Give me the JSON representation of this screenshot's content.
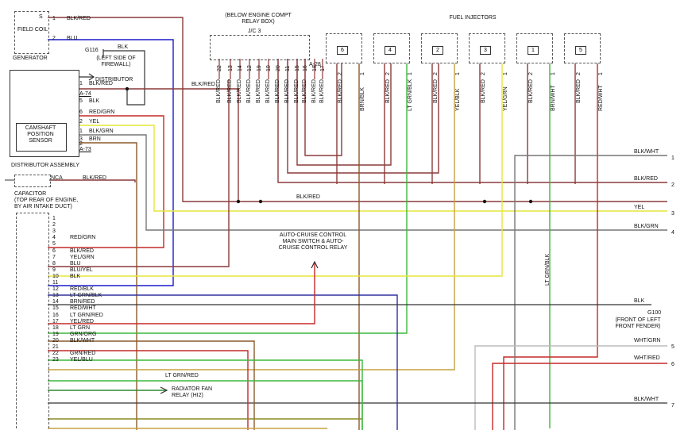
{
  "generator": {
    "field_coil": "FIELD COIL",
    "s": "S",
    "label": "GENERATOR",
    "pin1": "1",
    "pin2": "2",
    "w1": "BLK/RED",
    "w2": "BLU"
  },
  "ground_g116": {
    "id": "G116",
    "note": "(LEFT SIDE OF FIREWALL)",
    "wire": "BLK"
  },
  "relay_box": {
    "title": "(BELOW ENGINE COMPT RELAY BOX)",
    "jc": "J/C 3",
    "conn": "A-28",
    "pins": [
      "22",
      "13",
      "14",
      "12",
      "19",
      "10",
      "20",
      "11",
      "15",
      "16",
      "18",
      "17"
    ],
    "wires": [
      "BLK/RED",
      "BLK/RED",
      "BLK/RED",
      "BLK/RED",
      "BLK/RED",
      "BLK/RED",
      "BLK/RED",
      "BLK/RED",
      "BLK/RED",
      "BLK/RED",
      "BLK/RED",
      "BLK/RED"
    ]
  },
  "fuel_injectors": {
    "title": "FUEL INJECTORS",
    "items": [
      {
        "num": "6",
        "w1": "BLK/RED",
        "w2": "BRN/BLK"
      },
      {
        "num": "4",
        "w1": "BLK/RED",
        "w2": "LT GRN/BLK"
      },
      {
        "num": "2",
        "w1": "BLK/RED",
        "w2": "YEL/BLK"
      },
      {
        "num": "3",
        "w1": "BLK/RED",
        "w2": "YEL/GRN"
      },
      {
        "num": "1",
        "w1": "BLK/RED",
        "w2": "BRN/WHT"
      },
      {
        "num": "5",
        "w1": "BLK/RED",
        "w2": "RED/WHT"
      }
    ],
    "pin_a": "2",
    "pin_b": "1"
  },
  "distributor": {
    "label": "DISTRIBUTOR",
    "assembly": "DISTRIBUTOR ASSEMBLY",
    "conn_a74": "A-74",
    "conn_a73": "A-73",
    "cam_sensor": "CAMSHAFT POSITION SENSOR",
    "pins_top": [
      {
        "n": "1",
        "w": "BLK/RED"
      },
      {
        "n": "5",
        "w": "BLK"
      },
      {
        "n": "6",
        "w": "RED/GRN"
      },
      {
        "n": "2",
        "w": "YEL"
      }
    ],
    "pins_bottom": [
      {
        "n": "1",
        "w": "BLK/GRN"
      },
      {
        "n": "3",
        "w": "BRN"
      },
      {
        "n": "2",
        "w": ""
      }
    ],
    "wire_out": "BLK/RED"
  },
  "capacitor": {
    "label": "CAPACITOR",
    "note": "(TOP REAR OF ENGINE, BY AIR INTAKE DUCT)",
    "nca": "NCA",
    "wire": "BLK/RED"
  },
  "ecm_pins": [
    {
      "n": "1",
      "w": ""
    },
    {
      "n": "2",
      "w": ""
    },
    {
      "n": "3",
      "w": ""
    },
    {
      "n": "4",
      "w": "RED/GRN"
    },
    {
      "n": "5",
      "w": ""
    },
    {
      "n": "6",
      "w": "BLK/RED"
    },
    {
      "n": "7",
      "w": "YEL/GRN"
    },
    {
      "n": "8",
      "w": "BLU"
    },
    {
      "n": "9",
      "w": "BLU/YEL"
    },
    {
      "n": "10",
      "w": "BLK"
    },
    {
      "n": "11",
      "w": ""
    },
    {
      "n": "12",
      "w": "RED/BLK"
    },
    {
      "n": "13",
      "w": "LT GRN/BLK"
    },
    {
      "n": "14",
      "w": "BRN/RED"
    },
    {
      "n": "15",
      "w": "RED/WHT"
    },
    {
      "n": "16",
      "w": "LT GRN/RED"
    },
    {
      "n": "17",
      "w": "YEL/RED"
    },
    {
      "n": "18",
      "w": "LT GRN"
    },
    {
      "n": "19",
      "w": "GRN/ORG"
    },
    {
      "n": "20",
      "w": "BLK/WHT"
    },
    {
      "n": "21",
      "w": ""
    },
    {
      "n": "22",
      "w": "GRN/RED"
    },
    {
      "n": "23",
      "w": "YEL/BLU"
    }
  ],
  "right_wires": [
    {
      "w": "BLK/WHT",
      "n": "1"
    },
    {
      "w": "BLK/RED",
      "n": "2"
    },
    {
      "w": "YEL",
      "n": "3"
    },
    {
      "w": "BLK/GRN",
      "n": "4"
    },
    {
      "w": "WHT/GRN",
      "n": "5"
    },
    {
      "w": "WHT/RED",
      "n": "6"
    },
    {
      "w": "BLK/WHT",
      "n": "7"
    }
  ],
  "mid_blkred": "BLK/RED",
  "auto_cruise": "AUTO-CRUISE CONTROL MAIN SWITCH & AUTO-CRUISE CONTROL RELAY",
  "ltgrn_blk": "LT GRN/BLK",
  "g100": {
    "wire": "BLK",
    "id": "G100",
    "note": "(FRONT OF LEFT FRONT FENDER)"
  },
  "ltgrn_red": "LT GRN/RED",
  "radiator": "RADIATOR FAN RELAY (HI2)",
  "colors": {
    "blkred": "#8b3a3a",
    "blu": "#1c1ccf",
    "yel": "#e6e63a",
    "red": "#c62828",
    "ltgrn": "#3bb83b",
    "blk": "#333333",
    "brn": "#8a5a2b",
    "grn": "#2e8a2e",
    "gray": "#777777",
    "bluyel": "#3030a0",
    "olive": "#8a8a20",
    "wht": "#bbbbbb",
    "orange": "#c8a040"
  }
}
